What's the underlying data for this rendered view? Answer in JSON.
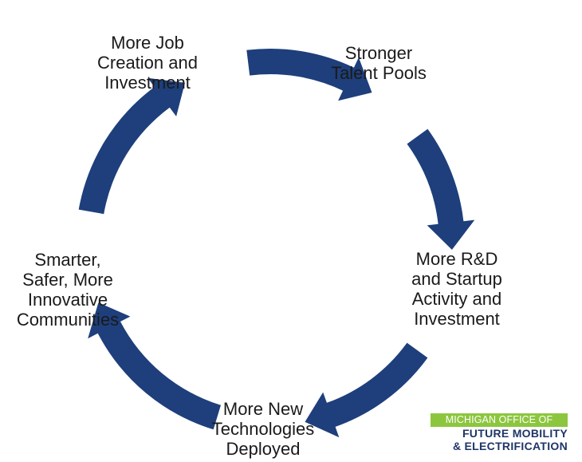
{
  "nodes": [
    {
      "id": "job",
      "lines": [
        "More Job",
        "Creation and",
        "Investment"
      ]
    },
    {
      "id": "talent",
      "lines": [
        "Stronger",
        "Talent Pools"
      ]
    },
    {
      "id": "rd",
      "lines": [
        "More R&D",
        "and Startup",
        "Activity and",
        "Investment"
      ]
    },
    {
      "id": "tech",
      "lines": [
        "More New",
        "Technologies",
        "Deployed"
      ]
    },
    {
      "id": "comm",
      "lines": [
        "Smarter,",
        "Safer, More",
        "Innovative",
        "Communities"
      ]
    }
  ],
  "logo": {
    "top": "MICHIGAN OFFICE OF",
    "line1": "FUTURE MOBILITY",
    "line2": "& ELECTRIFICATION"
  },
  "colors": {
    "arrow": "#1e3f7c",
    "logo_green": "#8cc63e",
    "logo_navy": "#1f3566",
    "text": "#1a1a1a"
  }
}
